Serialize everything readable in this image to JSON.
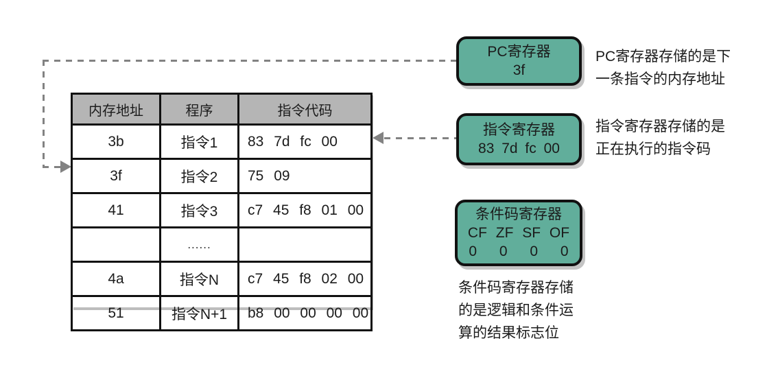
{
  "table": {
    "headers": [
      "内存地址",
      "程序",
      "指令代码"
    ],
    "rows": [
      {
        "addr": "3b",
        "prog": "指令1",
        "code": "83 7d fc 00"
      },
      {
        "addr": "3f",
        "prog": "指令2",
        "code": "75 09"
      },
      {
        "addr": "41",
        "prog": "指令3",
        "code": "c7 45 f8 01 00"
      },
      {
        "addr": "",
        "prog": "......",
        "code": ""
      },
      {
        "addr": "4a",
        "prog": "指令N",
        "code": "c7 45 f8 02 00"
      },
      {
        "addr": "51",
        "prog": "指令N+1",
        "code": "b8 00 00 00 00"
      }
    ]
  },
  "registers": {
    "pc": {
      "title": "PC寄存器",
      "value": "3f",
      "note_lines": [
        "PC寄存器存储的是下",
        "一条指令的内存地址"
      ]
    },
    "ir": {
      "title": "指令寄存器",
      "value": "83 7d fc 00",
      "note_lines": [
        "指令寄存器存储的是",
        "正在执行的指令码"
      ]
    },
    "cc": {
      "title": "条件码寄存器",
      "flags": "CF ZF SF OF",
      "flag_values": "0 0 0 0",
      "note_lines": [
        "条件码寄存器存储",
        "的是逻辑和条件运",
        "算的结果标志位"
      ]
    }
  },
  "colors": {
    "register_fill": "#61ae9b",
    "header_fill": "#b5b5b5",
    "connector": "#828282"
  }
}
